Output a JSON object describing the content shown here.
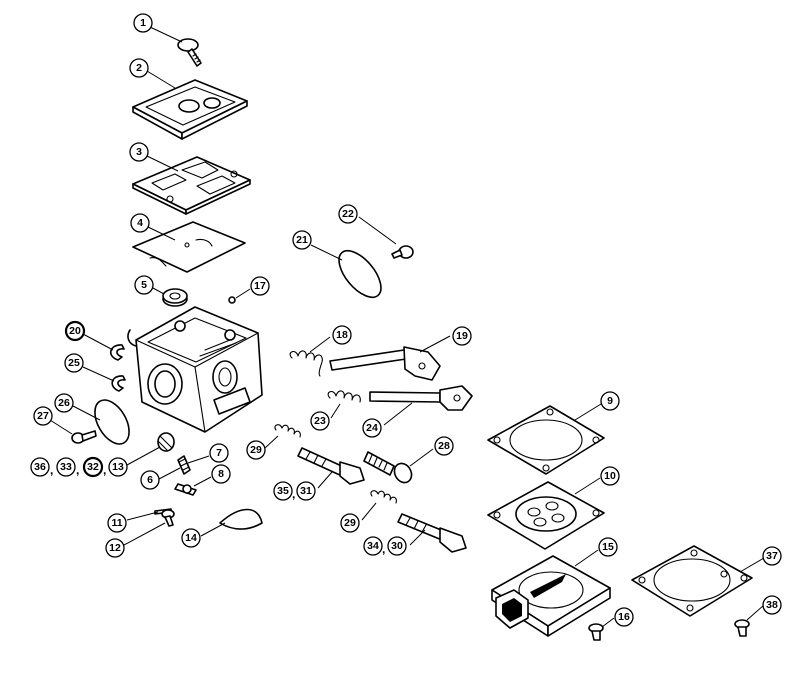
{
  "callouts": [
    {
      "id": "c1",
      "label": "1"
    },
    {
      "id": "c2",
      "label": "2"
    },
    {
      "id": "c3",
      "label": "3"
    },
    {
      "id": "c4",
      "label": "4"
    },
    {
      "id": "c5",
      "label": "5"
    },
    {
      "id": "c6",
      "label": "6"
    },
    {
      "id": "c7",
      "label": "7"
    },
    {
      "id": "c8",
      "label": "8"
    },
    {
      "id": "c9",
      "label": "9"
    },
    {
      "id": "c10",
      "label": "10"
    },
    {
      "id": "c11",
      "label": "11"
    },
    {
      "id": "c12",
      "label": "12"
    },
    {
      "id": "c13",
      "label": "13"
    },
    {
      "id": "c14",
      "label": "14"
    },
    {
      "id": "c15",
      "label": "15"
    },
    {
      "id": "c16",
      "label": "16"
    },
    {
      "id": "c17",
      "label": "17"
    },
    {
      "id": "c18",
      "label": "18"
    },
    {
      "id": "c19",
      "label": "19"
    },
    {
      "id": "c20",
      "label": "20"
    },
    {
      "id": "c21",
      "label": "21"
    },
    {
      "id": "c22",
      "label": "22"
    },
    {
      "id": "c23",
      "label": "23"
    },
    {
      "id": "c24",
      "label": "24"
    },
    {
      "id": "c25",
      "label": "25"
    },
    {
      "id": "c26",
      "label": "26"
    },
    {
      "id": "c27",
      "label": "27"
    },
    {
      "id": "c28",
      "label": "28"
    },
    {
      "id": "c29a",
      "label": "29"
    },
    {
      "id": "c29b",
      "label": "29"
    },
    {
      "id": "c30",
      "label": "30"
    },
    {
      "id": "c31",
      "label": "31"
    },
    {
      "id": "c32",
      "label": "32"
    },
    {
      "id": "c33",
      "label": "33"
    },
    {
      "id": "c34",
      "label": "34"
    },
    {
      "id": "c35",
      "label": "35"
    },
    {
      "id": "c36",
      "label": "36"
    },
    {
      "id": "c37",
      "label": "37"
    },
    {
      "id": "c38",
      "label": "38"
    }
  ],
  "separators": {
    "comma": ","
  }
}
